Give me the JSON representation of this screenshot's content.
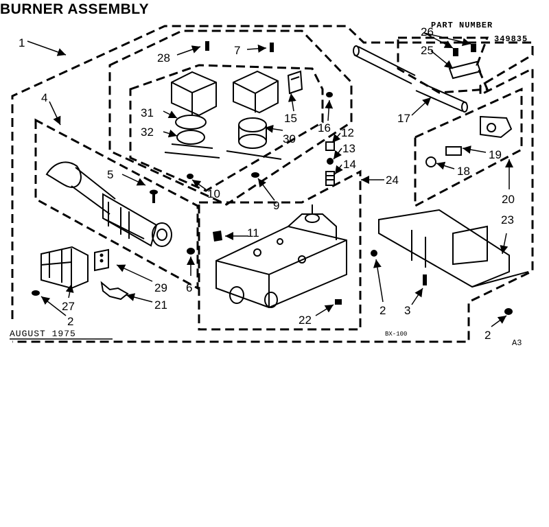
{
  "title": "BURNER ASSEMBLY",
  "part_number_label": "PART NUMBER",
  "part_number": "349835",
  "date": "AUGUST 1975",
  "drawing_code": "BX-100",
  "page_code": "A3",
  "callouts": {
    "c1": "1",
    "c2a": "2",
    "c2b": "2",
    "c2c": "2",
    "c3": "3",
    "c4": "4",
    "c5": "5",
    "c6": "6",
    "c7": "7",
    "c9": "9",
    "c10": "10",
    "c11": "11",
    "c12": "12",
    "c13": "13",
    "c14": "14",
    "c15": "15",
    "c16": "16",
    "c17": "17",
    "c18": "18",
    "c19": "19",
    "c20": "20",
    "c21": "21",
    "c22": "22",
    "c23": "23",
    "c24": "24",
    "c25": "25",
    "c26": "26",
    "c27": "27",
    "c28": "28",
    "c29": "29",
    "c30": "30",
    "c31": "31",
    "c32": "32"
  }
}
